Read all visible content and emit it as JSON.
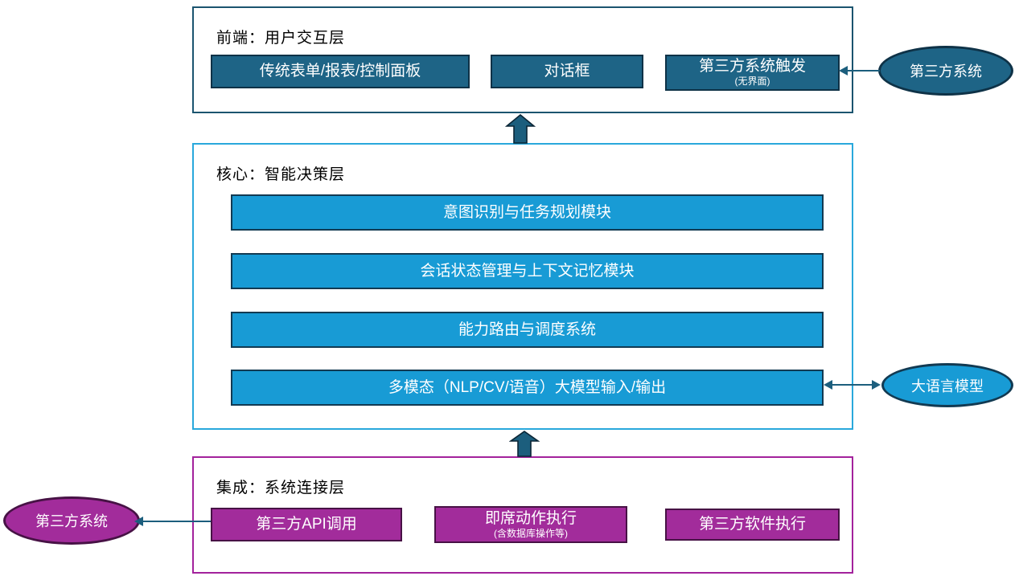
{
  "colors": {
    "frontend_layer_border": "#1B546F",
    "frontend_box_fill": "#1E6486",
    "frontend_box_border": "#0E3247",
    "core_layer_border": "#29A8DC",
    "core_box_fill": "#189BD5",
    "core_box_border": "#123A52",
    "integration_layer_border": "#A3229C",
    "integration_box_fill": "#A22C9B",
    "integration_box_border": "#471245",
    "connector": "#1C5E7D",
    "box_text": "#FFFFFF",
    "title_text": "#000000"
  },
  "layers": {
    "frontend": {
      "title": "前端：用户交互层",
      "boxes": [
        {
          "label": "传统表单/报表/控制面板"
        },
        {
          "label": "对话框"
        },
        {
          "label": "第三方系统触发",
          "sublabel": "(无界面)"
        }
      ]
    },
    "core": {
      "title": "核心：智能决策层",
      "boxes": [
        {
          "label": "意图识别与任务规划模块"
        },
        {
          "label": "会话状态管理与上下文记忆模块"
        },
        {
          "label": "能力路由与调度系统"
        },
        {
          "label": "多模态（NLP/CV/语音）大模型输入/输出"
        }
      ]
    },
    "integration": {
      "title": "集成：系统连接层",
      "boxes": [
        {
          "label": "第三方API调用"
        },
        {
          "label": "即席动作执行",
          "sublabel": "(含数据库操作等)"
        },
        {
          "label": "第三方软件执行"
        }
      ]
    }
  },
  "externals": {
    "third_party_top": {
      "label": "第三方系统"
    },
    "llm": {
      "label": "大语言模型"
    },
    "third_party_bottom": {
      "label": "第三方系统"
    }
  }
}
